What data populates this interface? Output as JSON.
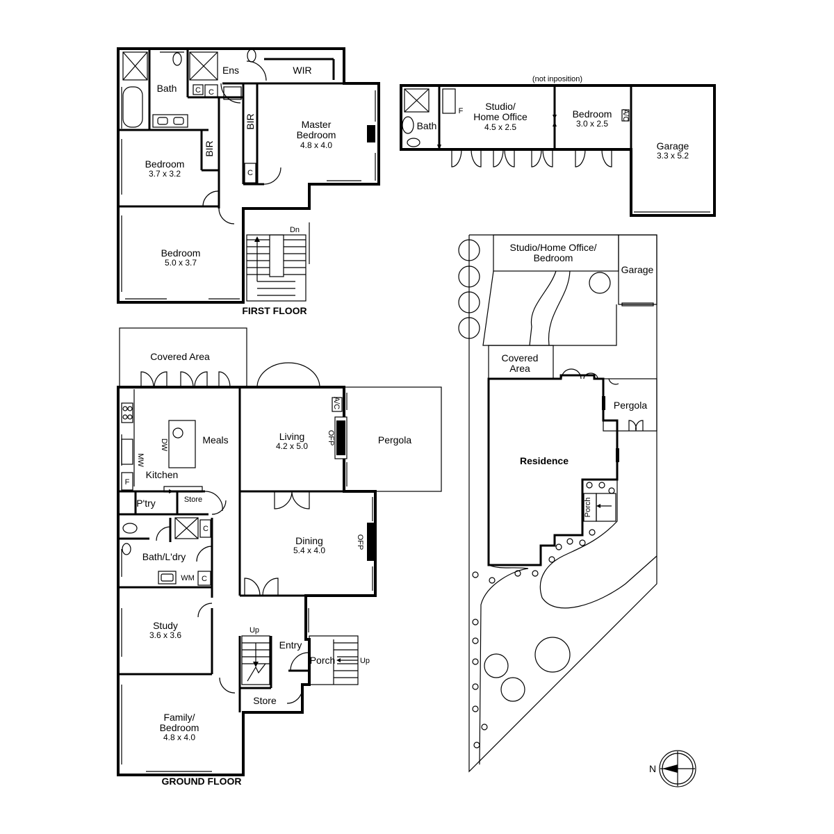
{
  "first_floor": {
    "title": "FIRST FLOOR",
    "rooms": {
      "bath": "Bath",
      "ens": "Ens",
      "wir": "WIR",
      "master": "Master",
      "master2": "Bedroom",
      "master_dim": "4.8 x 4.0",
      "bed1": "Bedroom",
      "bed1_dim": "3.7 x 3.2",
      "bed2": "Bedroom",
      "bed2_dim": "5.0 x 3.7",
      "bir1": "BIR",
      "bir2": "BIR",
      "c1": "C",
      "c2": "C",
      "c3": "C",
      "dn": "Dn"
    }
  },
  "ground_floor": {
    "title": "GROUND FLOOR",
    "rooms": {
      "covered": "Covered Area",
      "meals": "Meals",
      "living": "Living",
      "living_dim": "4.2 x 5.0",
      "pergola": "Pergola",
      "kitchen": "Kitchen",
      "ptry": "P'try",
      "store1": "Store",
      "dining": "Dining",
      "dining_dim": "5.4 x 4.0",
      "bathl": "Bath/L'dry",
      "wm": "WM",
      "c1": "C",
      "c2": "C",
      "study": "Study",
      "study_dim": "3.6 x 3.6",
      "entry": "Entry",
      "porch": "Porch",
      "up1": "Up",
      "up2": "Up",
      "store2": "Store",
      "family": "Family/",
      "family2": "Bedroom",
      "family_dim": "4.8 x 4.0",
      "ofp1": "OFP",
      "ofp2": "OFP",
      "ac": "A/C",
      "dw": "DW",
      "mw": "MW",
      "f": "F"
    }
  },
  "outbuilding": {
    "note": "(not inposition)",
    "bath": "Bath",
    "f": "F",
    "studio": "Studio/",
    "studio2": "Home Office",
    "studio_dim": "4.5 x 2.5",
    "bedroom": "Bedroom",
    "bedroom_dim": "3.0 x 2.5",
    "ac": "A/C",
    "garage": "Garage",
    "garage_dim": "3.3 x 5.2"
  },
  "site": {
    "studio": "Studio/Home Office/",
    "studio2": "Bedroom",
    "garage": "Garage",
    "covered": "Covered",
    "covered2": "Area",
    "pergola": "Pergola",
    "residence": "Residence",
    "porch": "Porch",
    "north": "N"
  }
}
